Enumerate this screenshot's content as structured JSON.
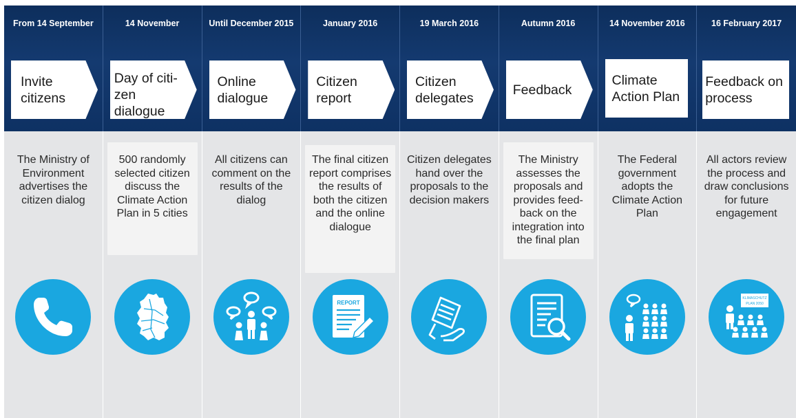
{
  "colors": {
    "band": "#0d2e5c",
    "icon_circle": "#1aa7e0",
    "panel": "#e4e5e7"
  },
  "steps": [
    {
      "date": "From 14 September",
      "title": "Invite citizens",
      "description": "The Ministry of Environment advertises the citizen dialog",
      "icon": "phone-icon"
    },
    {
      "date": "14 November",
      "title": "Day of citi-zen dialogue",
      "description": "500 randomly selected citizen discuss the Climate Action Plan in 5 cities",
      "icon": "germany-map-icon"
    },
    {
      "date": "Until December 2015",
      "title": "Online dialogue",
      "description": "All citizens can comment on the results of the dialog",
      "icon": "people-speech-icon"
    },
    {
      "date": "January 2016",
      "title": "Citizen report",
      "description": "The final citizen report comprises the results of both the citizen and the online dialogue",
      "icon": "report-icon",
      "icon_label": "REPORT"
    },
    {
      "date": "19 March 2016",
      "title": "Citizen delegates",
      "description": "Citizen delegates hand over the proposals to the decision makers",
      "icon": "hand-document-icon"
    },
    {
      "date": "Autumn 2016",
      "title": "Feedback",
      "description": "The Ministry assesses the proposals and provides feed-back on the integration into the final plan",
      "icon": "document-magnifier-icon"
    },
    {
      "date": "14 November 2016",
      "title": "Climate Action Plan",
      "description": "The Federal government adopts the Climate Action Plan",
      "icon": "audience-speaker-icon"
    },
    {
      "date": "16 February 2017",
      "title": "Feedback on process",
      "description": "All actors review the process and draw conclusions for future engagement",
      "icon": "presentation-audience-icon",
      "icon_label_1": "KLIMASCHUTZ",
      "icon_label_2": "PLAN 2050"
    }
  ]
}
